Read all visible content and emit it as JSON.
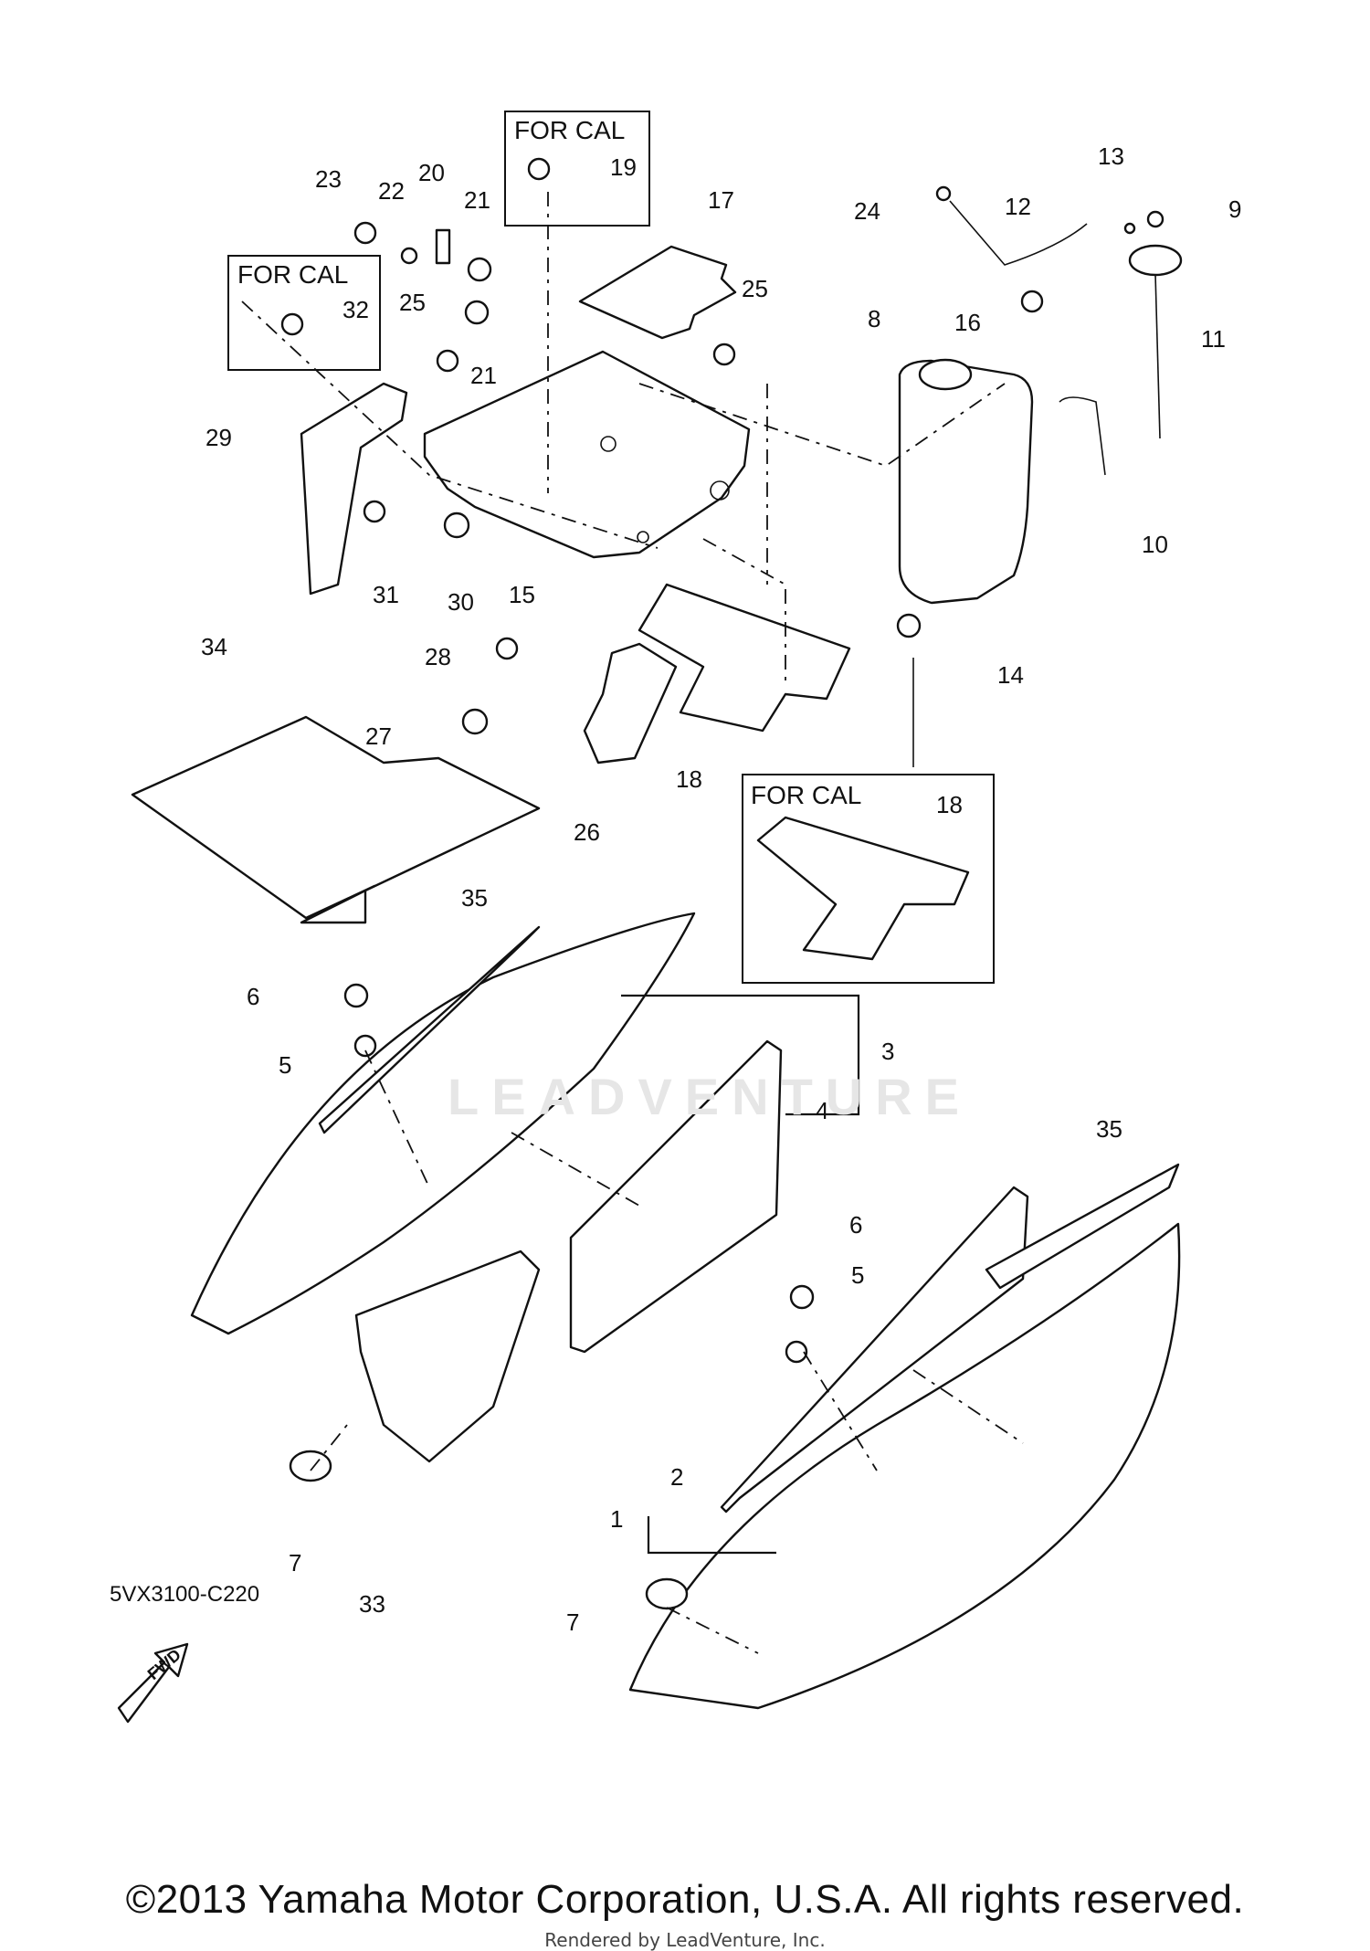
{
  "diagram": {
    "part_code": "5VX3100-C220",
    "copyright": "©2013 Yamaha Motor Corporation, U.S.A. All rights reserved.",
    "rendered_by": "Rendered by LeadVenture, Inc.",
    "watermark": "LEADVENTURE",
    "fwd_label": "FWD",
    "for_cal_boxes": [
      "FOR CAL",
      "FOR CAL",
      "FOR CAL"
    ],
    "callouts": [
      "1",
      "2",
      "3",
      "4",
      "5",
      "5",
      "6",
      "6",
      "7",
      "7",
      "8",
      "9",
      "10",
      "11",
      "12",
      "13",
      "14",
      "15",
      "16",
      "17",
      "18",
      "18",
      "19",
      "20",
      "21",
      "21",
      "22",
      "23",
      "24",
      "25",
      "25",
      "26",
      "27",
      "28",
      "29",
      "30",
      "31",
      "32",
      "33",
      "34",
      "35",
      "35"
    ]
  }
}
